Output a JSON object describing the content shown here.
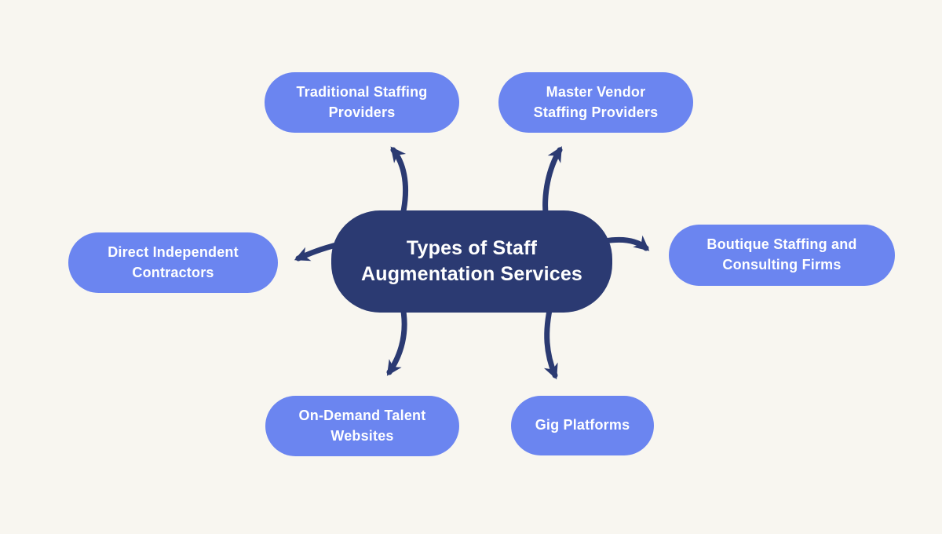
{
  "diagram": {
    "title": "Types of Staff Augmentation Services",
    "center": {
      "label": "Types of Staff\nAugmentation Services"
    },
    "nodes": [
      {
        "id": "traditional-staffing-providers",
        "label": "Traditional Staffing\nProviders"
      },
      {
        "id": "master-vendor-staffing-providers",
        "label": "Master Vendor\nStaffing Providers"
      },
      {
        "id": "direct-independent-contractors",
        "label": "Direct Independent\nContractors"
      },
      {
        "id": "boutique-staffing-consulting-firms",
        "label": "Boutique Staffing and\nConsulting Firms"
      },
      {
        "id": "on-demand-talent-websites",
        "label": "On-Demand Talent\nWebsites"
      },
      {
        "id": "gig-platforms",
        "label": "Gig Platforms"
      }
    ],
    "colors": {
      "background": "#F8F6F0",
      "node_fill": "#6B85F0",
      "center_fill": "#2B3A72",
      "arrow": "#2B3A72",
      "text": "#FFFFFF"
    }
  }
}
